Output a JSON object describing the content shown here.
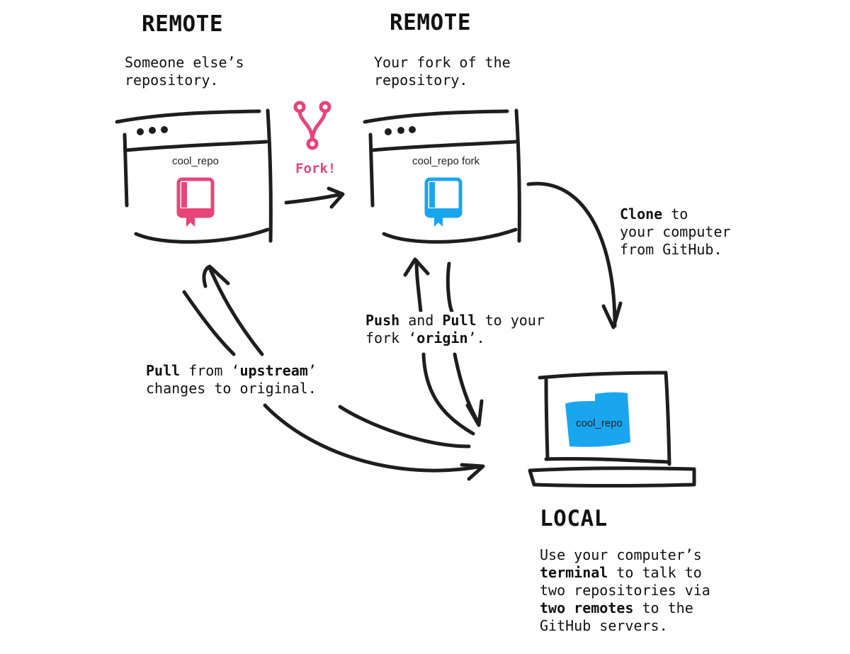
{
  "colors": {
    "ink": "#1e1e1e",
    "fork_pink": "#e8447a",
    "fork_blue": "#1aa6ef"
  },
  "remote_left": {
    "title": "REMOTE",
    "description": "Someone else’s\nrepository.",
    "window_label": "cool_repo",
    "icon": "repo-book-icon"
  },
  "remote_right": {
    "title": "REMOTE",
    "description": "Your fork of the\nrepository.",
    "window_label": "cool_repo fork",
    "icon": "repo-book-icon"
  },
  "fork": {
    "icon": "git-fork-icon",
    "label": "Fork!"
  },
  "clone_note": {
    "bold": "Clone",
    "rest": " to\nyour computer\nfrom GitHub."
  },
  "push_pull_note": {
    "push": "Push",
    "and": " and ",
    "pull": "Pull",
    "rest1": " to your\nfork ‘",
    "origin": "origin",
    "rest2": "’."
  },
  "upstream_note": {
    "pull": "Pull",
    "mid": " from ‘",
    "upstream": "upstream",
    "rest": "’\nchanges to original."
  },
  "local": {
    "title": "LOCAL",
    "folder_label": "cool_repo",
    "desc_1": "Use your computer’s\n",
    "desc_terminal": "terminal",
    "desc_2": " to talk to\ntwo repositories via\n",
    "desc_remotes": "two remotes",
    "desc_3": " to the\nGitHub servers."
  }
}
